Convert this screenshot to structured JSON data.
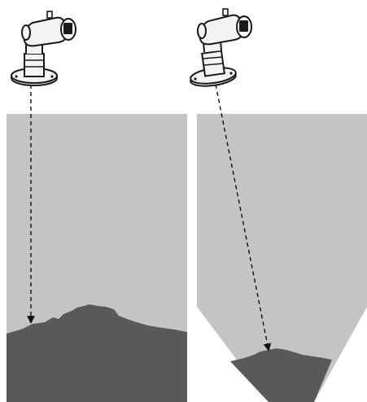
{
  "colors": {
    "background": "#ffffff",
    "silo_fill": "#c4c4c4",
    "material_fill": "#595959",
    "sensor_body": "#f4f4f4",
    "sensor_outline": "#1a1a1a",
    "beam": "#111111"
  },
  "panels": [
    {
      "name": "left",
      "silo_shape": "flat-bottom",
      "beam_direction": "vertical",
      "icons": [
        "radar-level-sensor-icon"
      ]
    },
    {
      "name": "right",
      "silo_shape": "conical-bottom",
      "beam_direction": "angled",
      "icons": [
        "radar-level-sensor-icon"
      ]
    }
  ]
}
